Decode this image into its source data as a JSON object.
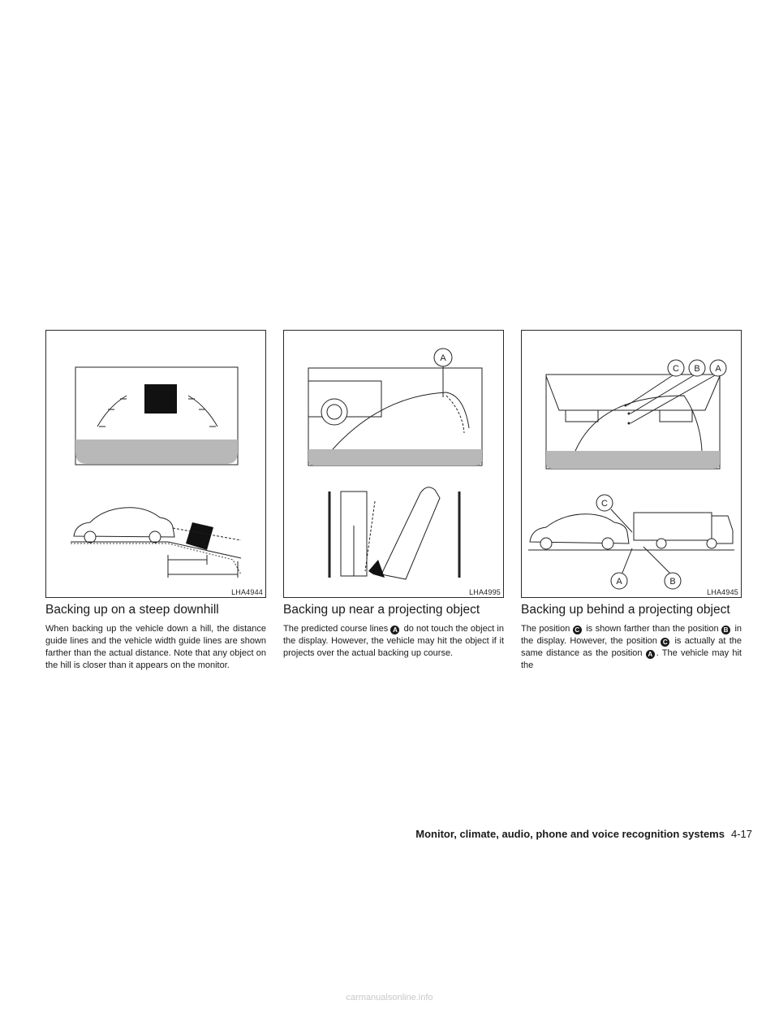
{
  "figures": [
    {
      "code": "LHA4944"
    },
    {
      "code": "LHA4995",
      "labels": [
        "A"
      ]
    },
    {
      "code": "LHA4945",
      "labels": [
        "C",
        "B",
        "A",
        "C",
        "A",
        "B"
      ]
    }
  ],
  "sections": [
    {
      "title": "Backing up on a steep downhill",
      "body": "When backing up the vehicle down a hill, the distance guide lines and the vehicle width guide lines are shown farther than the actual distance. Note that any object on the hill is closer than it appears on the monitor."
    },
    {
      "title": "Backing up near a projecting object",
      "b1": "The predicted course lines ",
      "c1": "A",
      "b2": " do not touch the object in the display. However, the vehicle may hit the object if it projects over the actual backing up course."
    },
    {
      "title": "Backing up behind a projecting object",
      "b1": "The position ",
      "c1": "C",
      "b2": " is shown farther than the position ",
      "c2": "B",
      "b3": " in the display. However, the position ",
      "c3": "C",
      "b4": " is actually at the same distance as the position ",
      "c4": "A",
      "b5": ". The vehicle may hit the"
    }
  ],
  "footer": {
    "section": "Monitor, climate, audio, phone and voice recognition systems",
    "page": "4-17"
  },
  "watermark": "carmanualsonline.info"
}
